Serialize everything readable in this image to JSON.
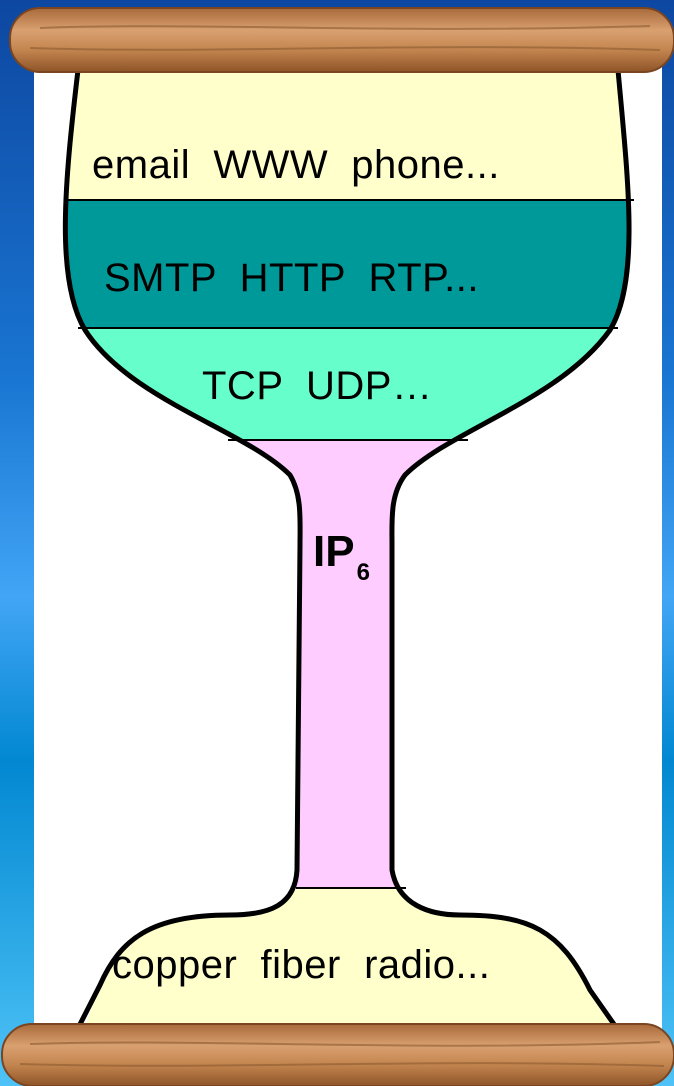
{
  "diagram": {
    "layers": {
      "applications": {
        "label": "email  WWW  phone...",
        "color": "#FFFFCC"
      },
      "application_protocols": {
        "label": "SMTP  HTTP  RTP...",
        "color": "#009999"
      },
      "transport": {
        "label": "TCP  UDP…",
        "color": "#66FFCC"
      },
      "network": {
        "label": "IP",
        "subscript": "6",
        "color": "#FFCCFF"
      },
      "physical": {
        "label": "copper  fiber  radio...",
        "color": "#FFFFCC"
      }
    },
    "background": {
      "sky": "#1E88E5",
      "sea": "#29B6F6",
      "panel": "#FFFFFF"
    },
    "scroll_color": "#C08858"
  }
}
